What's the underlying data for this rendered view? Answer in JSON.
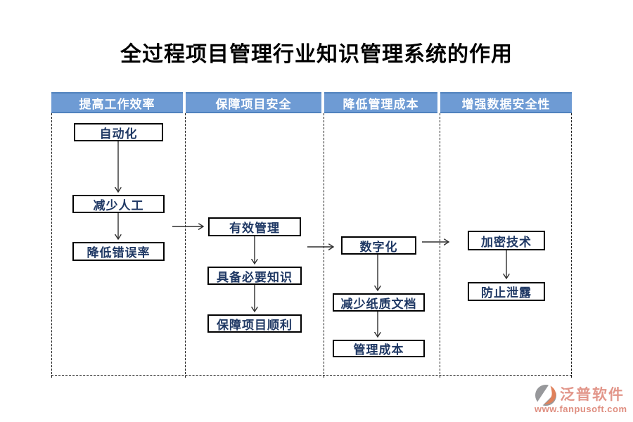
{
  "title": "全过程项目管理行业知识管理系统的作用",
  "columns": [
    {
      "header": "提高工作效率",
      "nodes": [
        "自动化",
        "减少人工",
        "降低错误率"
      ]
    },
    {
      "header": "保障项目安全",
      "nodes": [
        "有效管理",
        "具备必要知识",
        "保障项目顺利"
      ]
    },
    {
      "header": "降低管理成本",
      "nodes": [
        "数字化",
        "减少纸质文档",
        "管理成本"
      ]
    },
    {
      "header": "增强数据安全性",
      "nodes": [
        "加密技术",
        "防止泄露"
      ]
    }
  ],
  "edges": [
    {
      "from": "自动化",
      "to": "减少人工"
    },
    {
      "from": "减少人工",
      "to": "降低错误率"
    },
    {
      "from": "提高工作效率",
      "to": "有效管理"
    },
    {
      "from": "有效管理",
      "to": "具备必要知识"
    },
    {
      "from": "具备必要知识",
      "to": "保障项目顺利"
    },
    {
      "from": "保障项目安全",
      "to": "数字化"
    },
    {
      "from": "数字化",
      "to": "减少纸质文档"
    },
    {
      "from": "减少纸质文档",
      "to": "管理成本"
    },
    {
      "from": "降低管理成本",
      "to": "加密技术"
    },
    {
      "from": "加密技术",
      "to": "防止泄露"
    }
  ],
  "colors": {
    "header_bg": "#6E9BD4",
    "header_border": "#5082BE",
    "header_text": "#FFFFFF",
    "box_text": "#1F3864",
    "box_border": "#000000",
    "dash_line": "#1B1B1B",
    "arrow": "#2E2E2E",
    "logo_text": "#E2968A",
    "logo_orange": "#E0815B",
    "logo_gray": "#97989B"
  },
  "logo": {
    "brand": "泛普软件",
    "website": "www.fanpusoft.com"
  }
}
